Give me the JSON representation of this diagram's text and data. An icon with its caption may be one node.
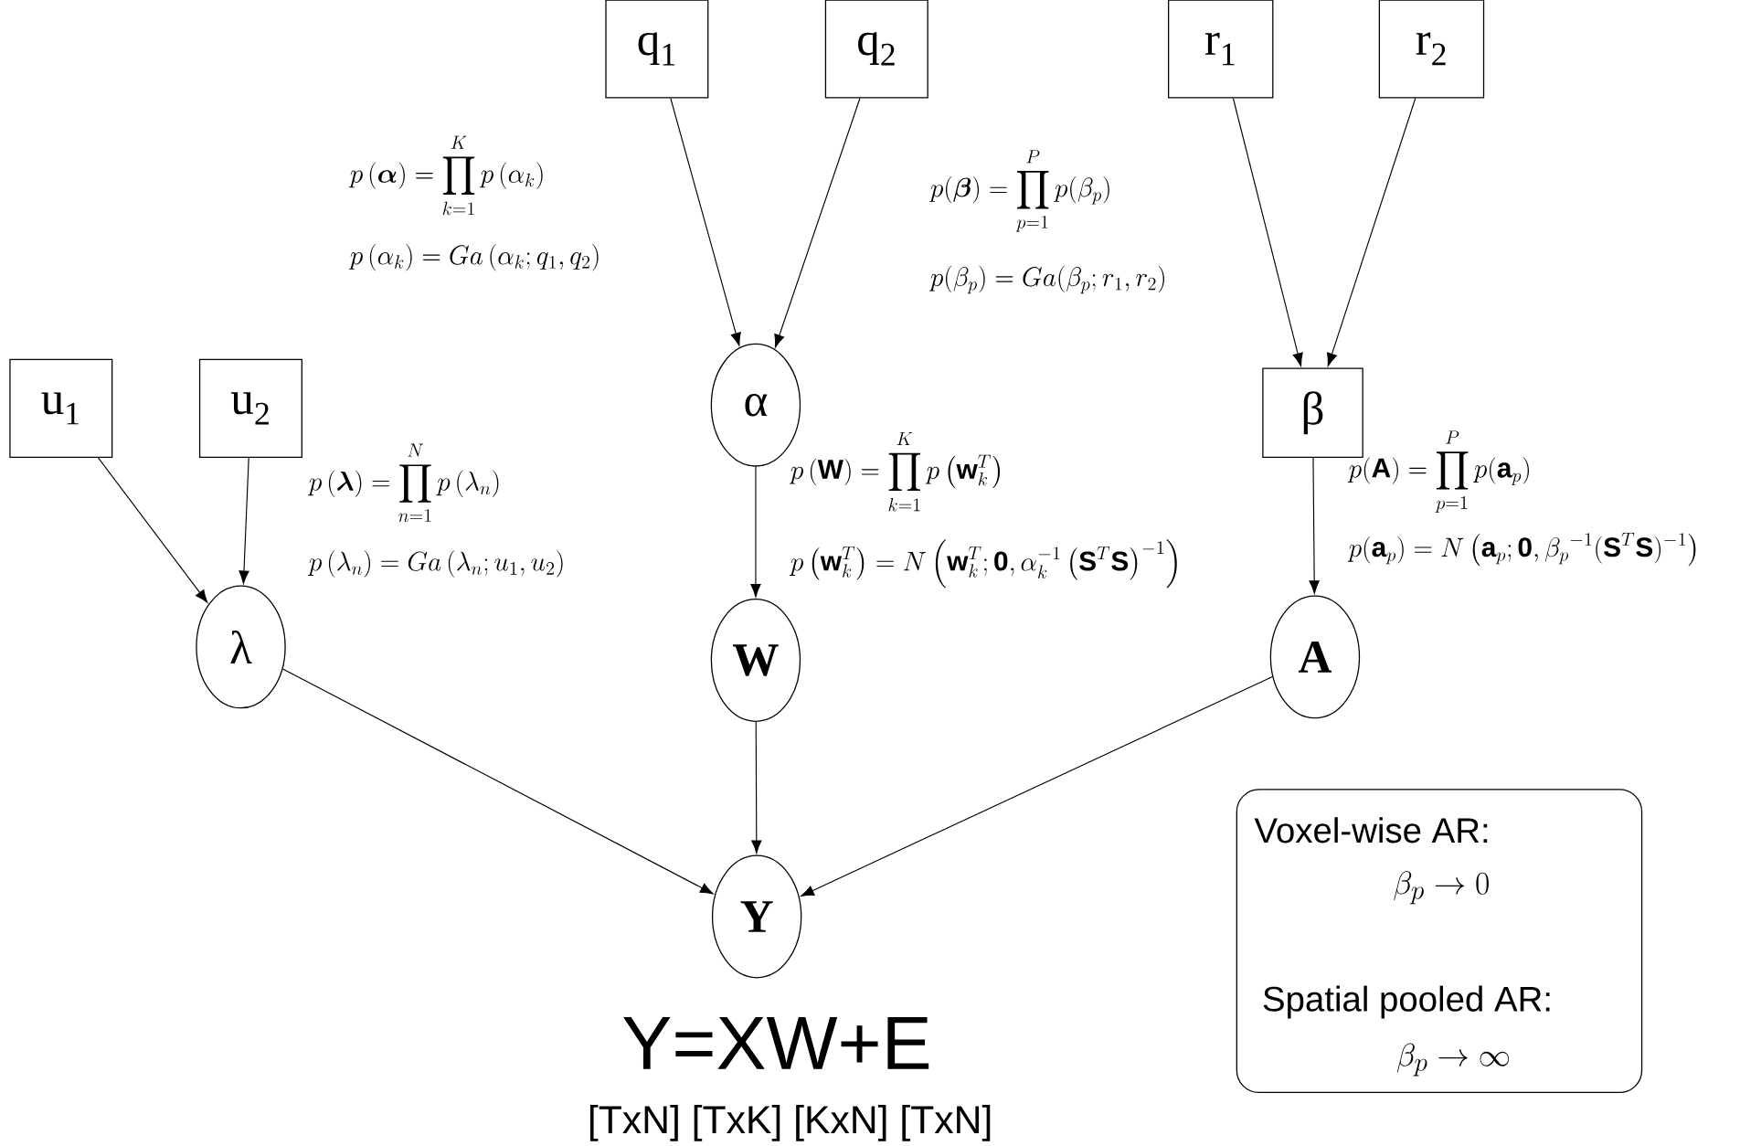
{
  "diagram": {
    "nodes": [
      {
        "text": [
          "q$_{1}$"
        ]
      },
      {
        "text": [
          "q$_{2}$"
        ]
      },
      {
        "text": [
          "r$_{1}$"
        ]
      },
      {
        "text": [
          "r$_{2}$"
        ]
      },
      {
        "text": [
          "u$_{1}$"
        ]
      },
      {
        "text": [
          "u$_{2}$"
        ]
      },
      {
        "text": [
          "α"
        ]
      },
      {
        "text": [
          "β"
        ]
      },
      {
        "text": [
          "λ"
        ]
      },
      {
        "text": [
          "W"
        ]
      },
      {
        "text": [
          "A"
        ]
      },
      {
        "text": [
          "Y"
        ]
      },
      {
        "text": [
          "Voxel-wise AR:",
          "\\beta_p \\rightarrow 0",
          "Spatial pooled AR:",
          "\\beta_p \\rightarrow \\infty"
        ]
      }
    ],
    "edges": [
      {
        "from": 0,
        "to": 6,
        "arrow": "to"
      },
      {
        "from": 1,
        "to": 6,
        "arrow": "to"
      },
      {
        "from": 2,
        "to": 7,
        "arrow": "to"
      },
      {
        "from": 3,
        "to": 7,
        "arrow": "to"
      },
      {
        "from": 4,
        "to": 8,
        "arrow": "to"
      },
      {
        "from": 5,
        "to": 8,
        "arrow": "to"
      },
      {
        "from": 6,
        "to": 9,
        "arrow": "to"
      },
      {
        "from": 7,
        "to": 10,
        "arrow": "to"
      },
      {
        "from": 8,
        "to": 11,
        "arrow": "to"
      },
      {
        "from": 9,
        "to": 11,
        "arrow": "to"
      },
      {
        "from": 10,
        "to": 11,
        "arrow": "to"
      }
    ],
    "labels": [
      "p\\left(\\boldsymbol{\\alpha}\\right)=\\prod_{k=1}^{K}p\\left(\\alpha_k\\right)",
      "p\\left(\\alpha_k\\right)=Ga\\left(\\alpha_k;q_1,q_2\\right)",
      "p(\\boldsymbol{\\beta})=\\prod_{p=1}^{P}p(\\beta_p)",
      "p(\\beta_p)=Ga(\\beta_p;r_1,r_2)",
      "p\\left(\\boldsymbol{\\lambda}\\right)=\\prod_{n=1}^{N}p\\left(\\lambda_n\\right)",
      "p\\left(\\lambda_n\\right)=Ga\\left(\\lambda_n;u_1,u_2\\right)",
      "p\\left(\\mathbf{W}\\right)=\\prod_{k=1}^{K}p\\left(\\mathbf{w}_k^T\\right)",
      "p\\left(\\mathbf{w}_k^T\\right)=N\\left(\\mathbf{w}_k^T;\\mathbf{0},\\alpha_k^{-1}\\left(\\mathbf{S}^T\\mathbf{S}\\right)^{-1}\\right)",
      "p(\\mathbf{A})=\\prod_{p=1}^{P}p(\\mathbf{a}_p)",
      "p(\\mathbf{a}_p)=N\\left(\\mathbf{a}_p;\\mathbf{0},\\beta_p{}^{-1}(\\mathbf{S}^T\\mathbf{S})^{-1}\\right)",
      "Y=XW+E",
      "[TxN] [TxK] [KxN]   [TxN]"
    ]
  }
}
